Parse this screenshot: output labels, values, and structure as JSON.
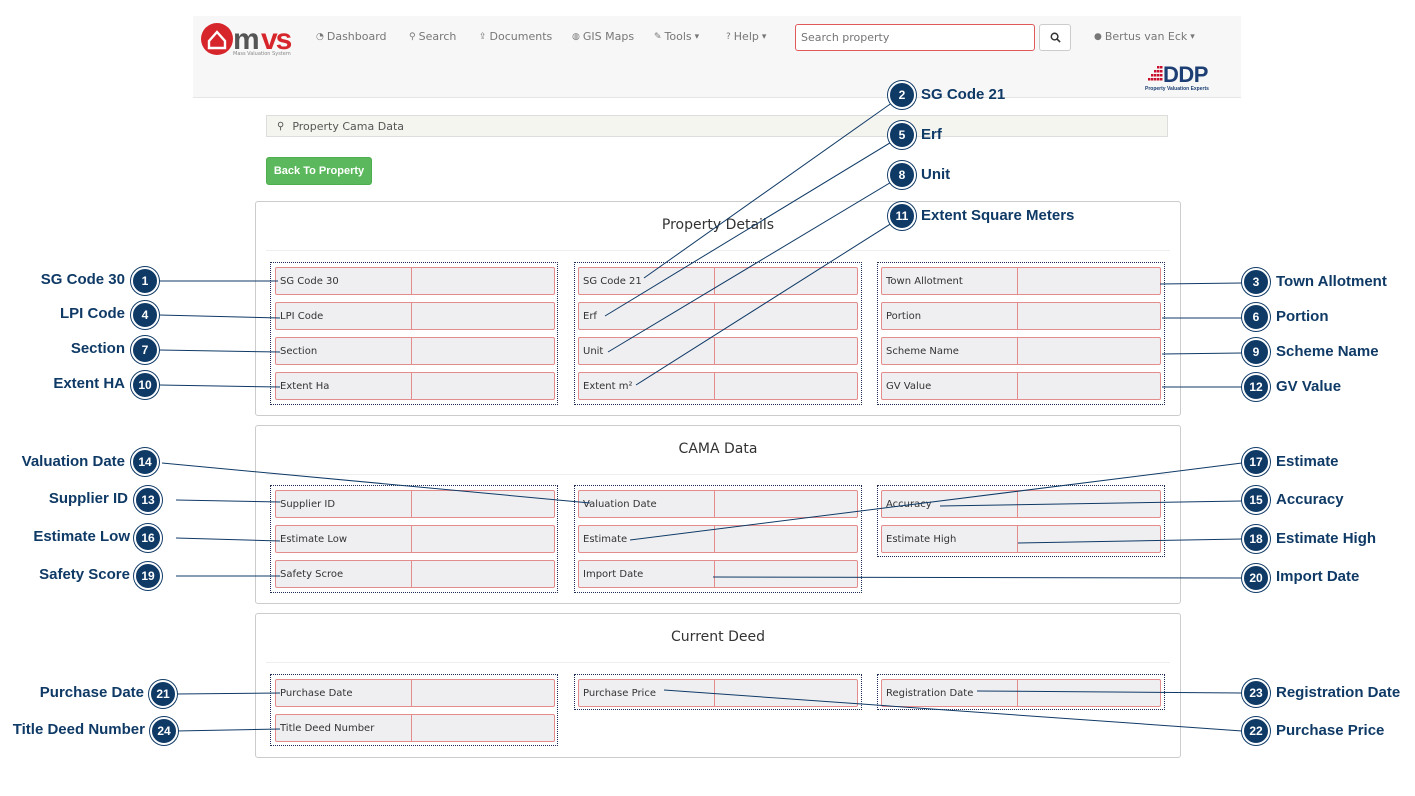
{
  "navbar": {
    "logo_text": "mvs",
    "logo_sub": "Mass Valuation System",
    "items": [
      {
        "label": "Dashboard"
      },
      {
        "label": "Search"
      },
      {
        "label": "Documents"
      },
      {
        "label": "GIS Maps"
      },
      {
        "label": "Tools"
      },
      {
        "label": "Help"
      }
    ],
    "search_placeholder": "Search property",
    "user": "Bertus van Eck",
    "ddp_text": "DDP",
    "ddp_sub": "Property Valuation Experts"
  },
  "breadcrumb": "Property Cama Data",
  "back_button": "Back To Property",
  "panels": {
    "property": {
      "title": "Property Details",
      "fields": [
        "SG Code 30",
        "LPI Code",
        "Section",
        "Extent Ha",
        "SG Code 21",
        "Erf",
        "Unit",
        "Extent m²",
        "Town Allotment",
        "Portion",
        "Scheme Name",
        "GV Value"
      ]
    },
    "cama": {
      "title": "CAMA Data",
      "fields": [
        "Supplier ID",
        "Estimate Low",
        "Safety Scroe",
        "Valuation Date",
        "Estimate",
        "Import Date",
        "Accuracy",
        "Estimate High"
      ]
    },
    "deed": {
      "title": "Current Deed",
      "fields": [
        "Purchase Date",
        "Title Deed Number",
        "Purchase Price",
        "Registration Date"
      ]
    }
  },
  "callouts": [
    {
      "num": "1",
      "label": "SG Code 30"
    },
    {
      "num": "2",
      "label": "SG Code 21"
    },
    {
      "num": "3",
      "label": "Town Allotment"
    },
    {
      "num": "4",
      "label": "LPI Code"
    },
    {
      "num": "5",
      "label": "Erf"
    },
    {
      "num": "6",
      "label": "Portion"
    },
    {
      "num": "7",
      "label": "Section"
    },
    {
      "num": "8",
      "label": "Unit"
    },
    {
      "num": "9",
      "label": "Scheme Name"
    },
    {
      "num": "10",
      "label": "Extent HA"
    },
    {
      "num": "11",
      "label": "Extent Square Meters"
    },
    {
      "num": "12",
      "label": "GV Value"
    },
    {
      "num": "13",
      "label": "Supplier ID"
    },
    {
      "num": "14",
      "label": "Valuation Date"
    },
    {
      "num": "15",
      "label": "Accuracy"
    },
    {
      "num": "16",
      "label": "Estimate Low"
    },
    {
      "num": "17",
      "label": "Estimate"
    },
    {
      "num": "18",
      "label": "Estimate High"
    },
    {
      "num": "19",
      "label": "Safety Score"
    },
    {
      "num": "20",
      "label": "Import Date"
    },
    {
      "num": "21",
      "label": "Purchase Date"
    },
    {
      "num": "22",
      "label": "Purchase Price"
    },
    {
      "num": "23",
      "label": "Registration Date"
    },
    {
      "num": "24",
      "label": "Title Deed Number"
    }
  ],
  "colors": {
    "accent": "#0f3a66",
    "field_border": "#e48b8b",
    "success": "#5cb85c"
  }
}
